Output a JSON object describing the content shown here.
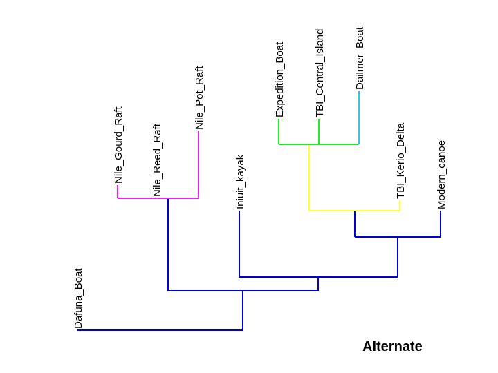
{
  "title": "Alternate",
  "leaves": [
    "Dafuna_Boat",
    "Nile_Gourd_Raft",
    "Nile_Reed_Raft",
    "Nile_Pot_Raft",
    "Iniuit_kayak",
    "Expedition_Boat",
    "TBI_Central_Island",
    "Dailmer_Boat",
    "TBI_Kerio_Delta",
    "Modern_canoe"
  ],
  "colors": {
    "blue": "#0000dd",
    "magenta": "#ee22ee",
    "green": "#22ee22",
    "yellow": "#ffff33",
    "cyan": "#33c8dd"
  }
}
